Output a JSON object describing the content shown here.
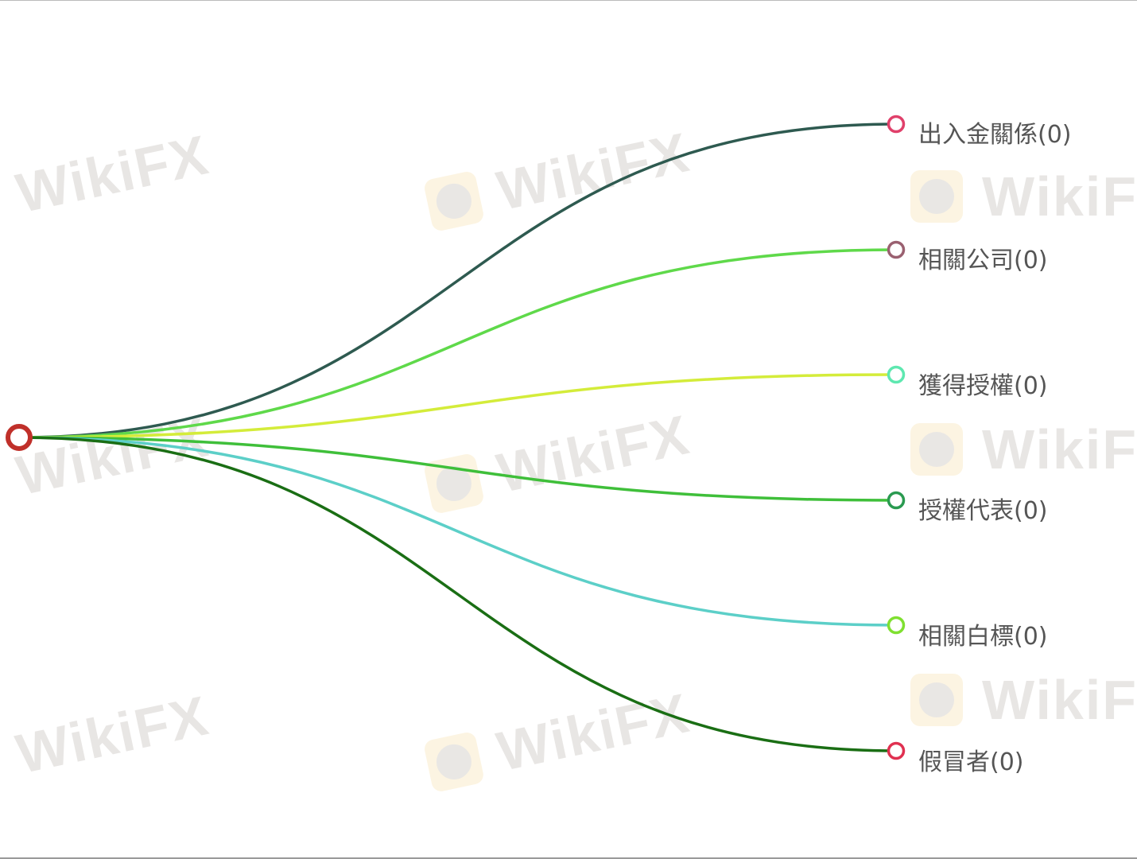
{
  "watermark": "WikiFX",
  "root": {
    "color": "#c0302a"
  },
  "branches": [
    {
      "label": "出入金關係(0)",
      "line_color": "#2e5a50",
      "node_color": "#e0406a"
    },
    {
      "label": "相關公司(0)",
      "line_color": "#5fd94a",
      "node_color": "#9a6070"
    },
    {
      "label": "獲得授權(0)",
      "line_color": "#d4ec3a",
      "node_color": "#5ee8b0"
    },
    {
      "label": "授權代表(0)",
      "line_color": "#3fbf3a",
      "node_color": "#2a9a50"
    },
    {
      "label": "相關白標(0)",
      "line_color": "#5ccfc8",
      "node_color": "#7fe030"
    },
    {
      "label": "假冒者(0)",
      "line_color": "#1a6e14",
      "node_color": "#e03050"
    }
  ]
}
